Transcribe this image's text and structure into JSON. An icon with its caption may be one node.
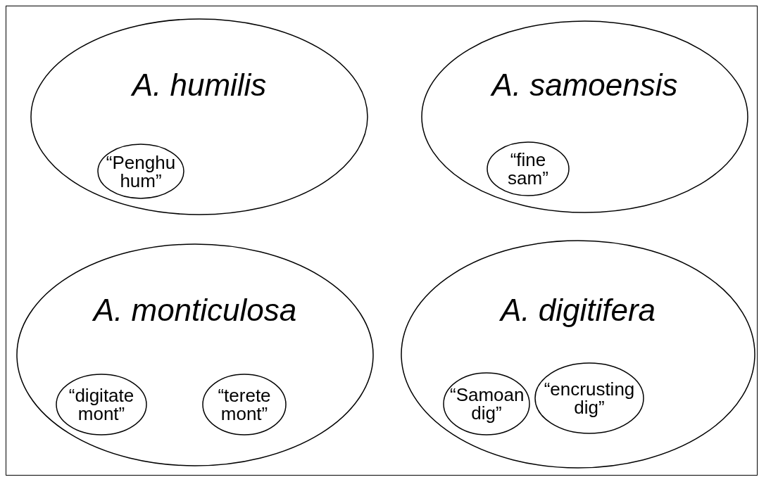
{
  "diagram": {
    "nodes": [
      {
        "text": [
          "A. humilis"
        ]
      },
      {
        "text": [
          "“Penghu hum”"
        ],
        "in": 0
      },
      {
        "text": [
          "A. samoensis"
        ]
      },
      {
        "text": [
          "“fine sam”"
        ],
        "in": 2
      },
      {
        "text": [
          "A. monticulosa"
        ]
      },
      {
        "text": [
          "“digitate mont”"
        ],
        "in": 4
      },
      {
        "text": [
          "“terete mont”"
        ],
        "in": 4
      },
      {
        "text": [
          "A. digitifera"
        ]
      },
      {
        "text": [
          "“Samoan dig”"
        ],
        "in": 7
      },
      {
        "text": [
          "“encrusting dig”"
        ],
        "in": 7
      }
    ]
  }
}
